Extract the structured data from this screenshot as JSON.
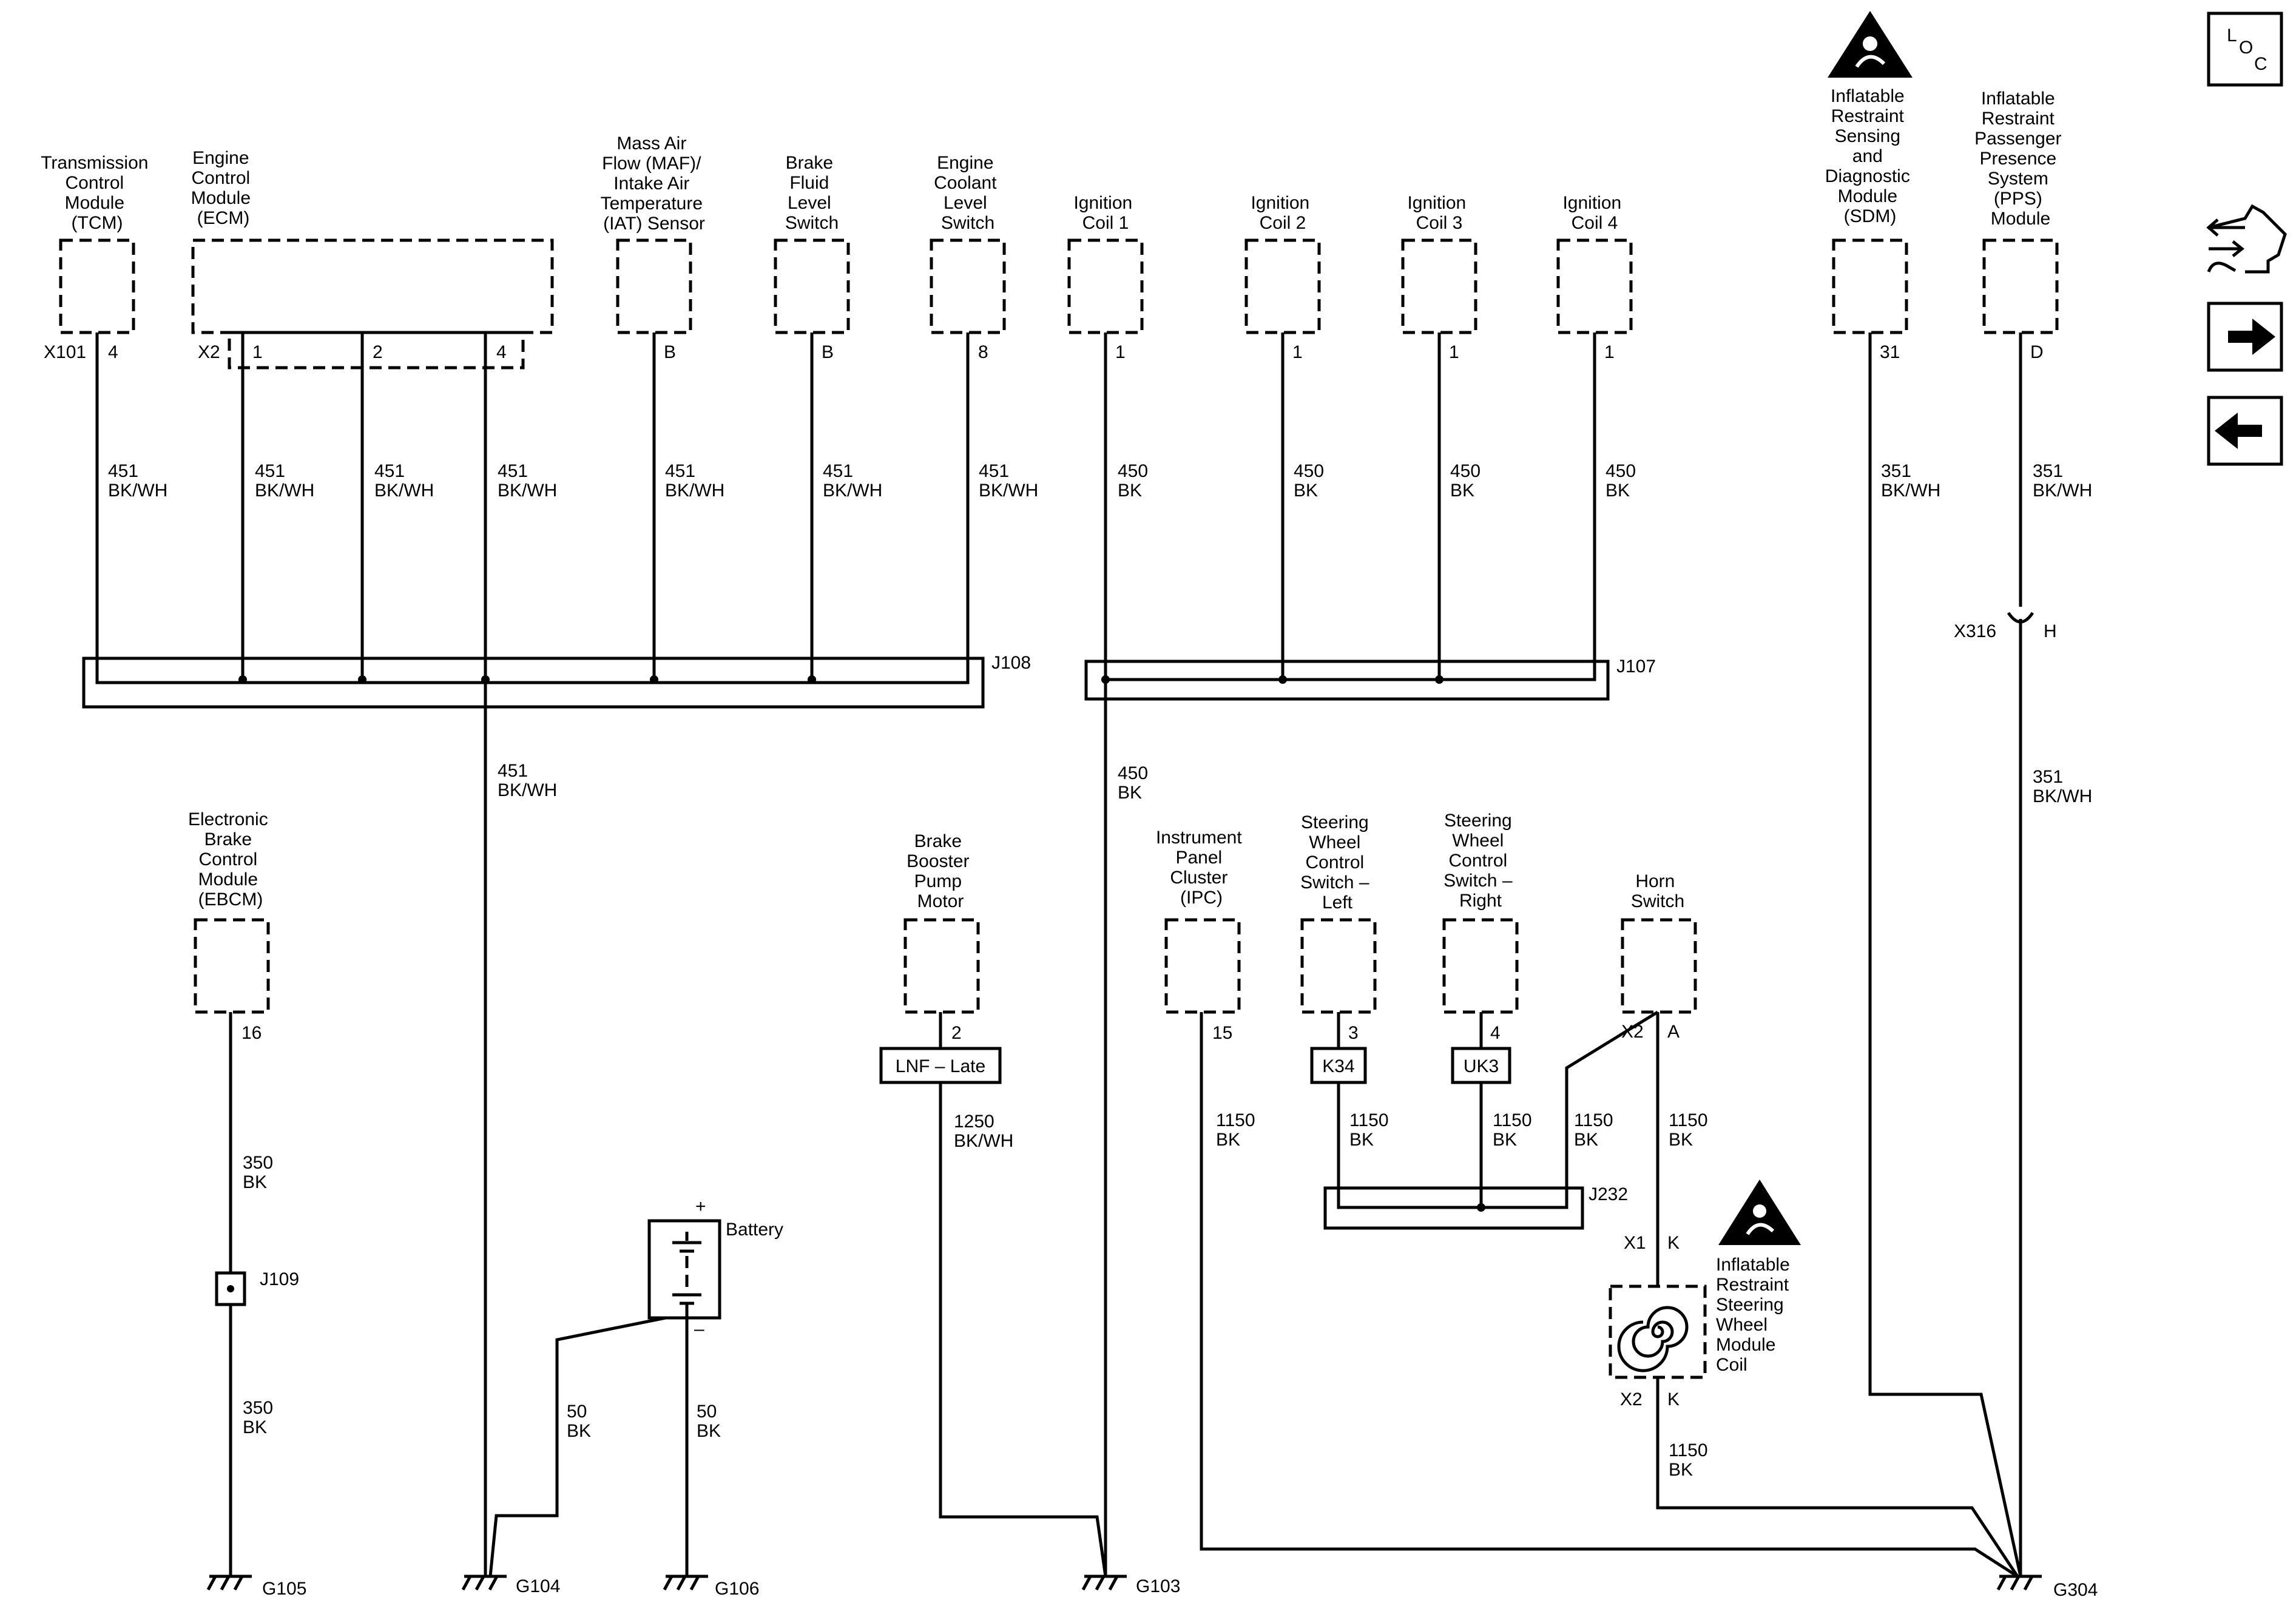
{
  "nav": {
    "loc_label": [
      "L",
      "O",
      "C"
    ],
    "icons": [
      "loc-icon",
      "connector-end-view-icon",
      "next-page-arrow-icon",
      "previous-page-arrow-icon"
    ]
  },
  "components": {
    "tcm": [
      "Transmission",
      "Control",
      "Module",
      "(TCM)"
    ],
    "ecm": [
      "Engine",
      "Control",
      "Module",
      "(ECM)"
    ],
    "maf": [
      "Mass Air",
      "Flow (MAF)/",
      "Intake Air",
      "Temperature",
      "(IAT) Sensor"
    ],
    "brake_fluid": [
      "Brake",
      "Fluid",
      "Level",
      "Switch"
    ],
    "coolant": [
      "Engine",
      "Coolant",
      "Level",
      "Switch"
    ],
    "coil1": [
      "Ignition",
      "Coil 1"
    ],
    "coil2": [
      "Ignition",
      "Coil 2"
    ],
    "coil3": [
      "Ignition",
      "Coil 3"
    ],
    "coil4": [
      "Ignition",
      "Coil 4"
    ],
    "sdm": [
      "Inflatable",
      "Restraint",
      "Sensing",
      "and",
      "Diagnostic",
      "Module",
      "(SDM)"
    ],
    "pps": [
      "Inflatable",
      "Restraint",
      "Passenger",
      "Presence",
      "System",
      "(PPS)",
      "Module"
    ],
    "ebcm": [
      "Electronic",
      "Brake",
      "Control",
      "Module",
      "(EBCM)"
    ],
    "booster": [
      "Brake",
      "Booster",
      "Pump",
      "Motor"
    ],
    "ipc": [
      "Instrument",
      "Panel",
      "Cluster",
      "(IPC)"
    ],
    "swc_left": [
      "Steering",
      "Wheel",
      "Control",
      "Switch –",
      "Left"
    ],
    "swc_right": [
      "Steering",
      "Wheel",
      "Control",
      "Switch –",
      "Right"
    ],
    "horn": [
      "Horn",
      "Switch"
    ],
    "coil_module": [
      "Inflatable",
      "Restraint",
      "Steering",
      "Wheel",
      "Module",
      "Coil"
    ],
    "battery": "Battery"
  },
  "connectors": {
    "x101": "X101",
    "x2": "X2",
    "x316": "X316",
    "x1": "X1",
    "x2b": "X2",
    "x2c": "X2"
  },
  "pins": {
    "tcm": "4",
    "ecm1": "1",
    "ecm2": "2",
    "ecm4": "4",
    "maf": "B",
    "brake_fluid": "B",
    "coolant": "8",
    "coil1": "1",
    "coil2": "1",
    "coil3": "1",
    "coil4": "1",
    "sdm": "31",
    "pps": "D",
    "x316": "H",
    "ebcm": "16",
    "booster": "2",
    "ipc": "15",
    "swc_left": "3",
    "swc_right": "4",
    "horn": "A",
    "coil_k1": "K",
    "coil_k2": "K",
    "batt_pos": "+",
    "batt_neg": "–"
  },
  "wires": {
    "w451": [
      "451",
      "BK/WH"
    ],
    "w450": [
      "450",
      "BK"
    ],
    "w351": [
      "351",
      "BK/WH"
    ],
    "w350": [
      "350",
      "BK"
    ],
    "w1250": [
      "1250",
      "BK/WH"
    ],
    "w1150": [
      "1150",
      "BK"
    ],
    "w50": [
      "50",
      "BK"
    ]
  },
  "splices": {
    "j108": "J108",
    "j107": "J107",
    "j109": "J109",
    "j232": "J232"
  },
  "options": {
    "lnf": "LNF – Late",
    "k34": "K34",
    "uk3": "UK3"
  },
  "grounds": {
    "g105": "G105",
    "g104": "G104",
    "g106": "G106",
    "g103": "G103",
    "g304": "G304"
  }
}
